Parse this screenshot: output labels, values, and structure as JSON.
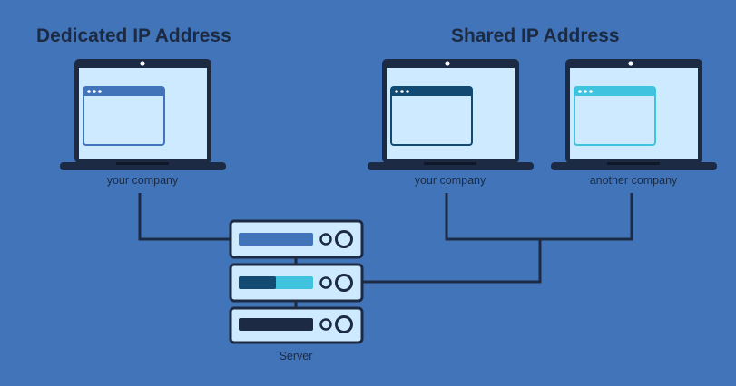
{
  "headings": {
    "dedicated": "Dedicated IP Address",
    "shared": "Shared IP Address"
  },
  "laptops": {
    "dedicated_your": {
      "label": "your company",
      "window_accent": "#4274b9"
    },
    "shared_your": {
      "label": "your company",
      "window_accent": "#124a72"
    },
    "shared_another": {
      "label": "another company",
      "window_accent": "#40c3de"
    }
  },
  "server": {
    "label": "Server"
  },
  "colors": {
    "background": "#4274b9",
    "dark": "#1c2b43",
    "screen": "#cdeaff",
    "bar_blue": "#4274b9",
    "bar_navy": "#124a72",
    "bar_cyan": "#40c3de",
    "bar_dark": "#1c2b43"
  }
}
